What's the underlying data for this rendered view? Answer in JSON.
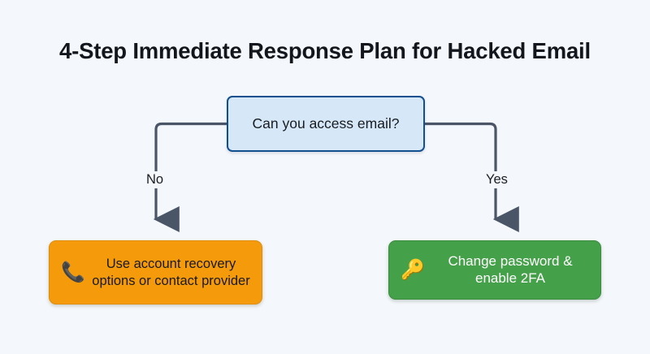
{
  "page": {
    "background_color": "#f4f7fb",
    "title": "4-Step Immediate Response Plan for Hacked Email"
  },
  "diagram": {
    "type": "flowchart",
    "orientation": "top-down-branching",
    "nodes": [
      {
        "id": "decision",
        "role": "decision",
        "text": "Can you access email?",
        "fill_color": "#d6e8f7",
        "border_color": "#12508f",
        "text_color": "#181c22",
        "icon": null
      },
      {
        "id": "recovery",
        "role": "action-no-branch",
        "text": "Use account recovery options or contact provider",
        "fill_color": "#f59b0b",
        "border_color": "#e08c05",
        "text_color": "#17191d",
        "icon": "telephone-receiver-icon",
        "icon_glyph": "📞"
      },
      {
        "id": "secure",
        "role": "action-yes-branch",
        "text": "Change password & enable 2FA",
        "fill_color": "#44a049",
        "border_color": "#3a8c3e",
        "text_color": "#ffffff",
        "icon": "key-icon",
        "icon_glyph": "🔑"
      }
    ],
    "edges": [
      {
        "id": "edge-no",
        "from": "decision",
        "to": "recovery",
        "label": "No",
        "line_color": "#4a5568",
        "arrowhead": true
      },
      {
        "id": "edge-yes",
        "from": "decision",
        "to": "secure",
        "label": "Yes",
        "line_color": "#4a5568",
        "arrowhead": true
      }
    ]
  }
}
